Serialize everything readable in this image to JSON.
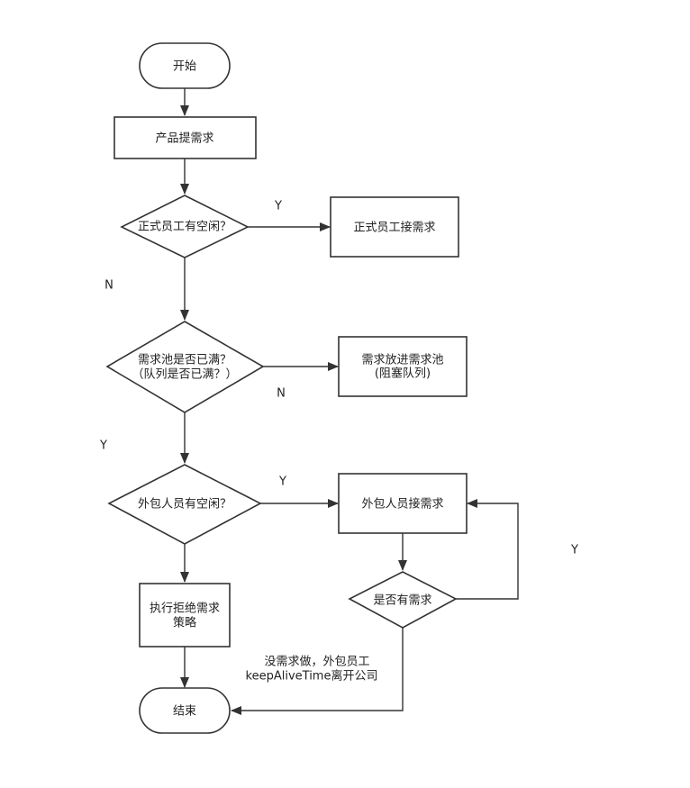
{
  "nodes": {
    "start": "开始",
    "product_request": "产品提需求",
    "fulltime_idle": "正式员工有空闲？",
    "fulltime_take": "正式员工接需求",
    "pool_full_1": "需求池是否已满？",
    "pool_full_2": "（队列是否已满？）",
    "put_pool_1": "需求放进需求池",
    "put_pool_2": "(阻塞队列)",
    "outsource_idle": "外包人员有空闲？",
    "outsource_take": "外包人员接需求",
    "reject_1": "执行拒绝需求",
    "reject_2": "策略",
    "has_request": "是否有需求",
    "end": "结束"
  },
  "edge_labels": {
    "fulltime_yes": "Y",
    "fulltime_no": "N",
    "pool_no": "N",
    "pool_yes": "Y",
    "outsource_yes": "Y",
    "loop_yes": "Y",
    "idle_note_1": "没需求做，外包员工",
    "idle_note_2": "keepAliveTime离开公司"
  },
  "colors": {
    "stroke": "#333333",
    "fill": "#ffffff",
    "text": "#222222"
  }
}
